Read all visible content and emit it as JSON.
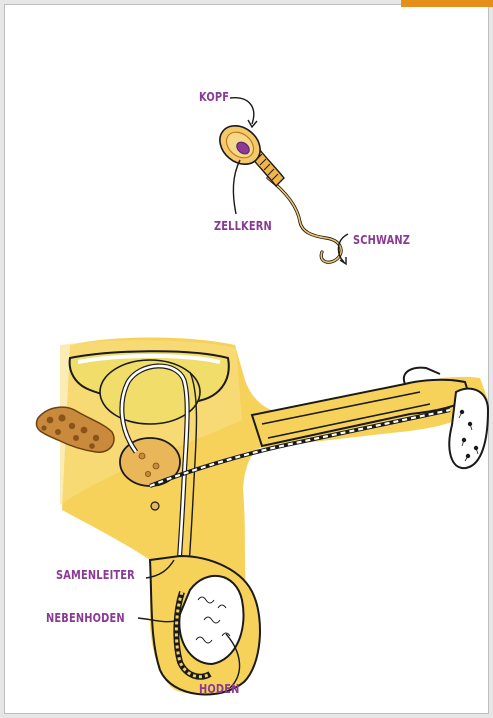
{
  "labels": {
    "kopf": "KOPF",
    "zellkern": "ZELLKERN",
    "schwanz": "SCHWANZ",
    "samenleiter": "SAMENLEITER",
    "nebenhoden": "NEBENHODEN",
    "hoden": "HODEN"
  },
  "colors": {
    "label": "#8b3a95",
    "tissue_yellow": "#f6d25a",
    "tissue_light": "#fbe89a",
    "bladder_yellow": "#f1dd6a",
    "gland_brown": "#c98a3e",
    "accent_orange": "#e58f1a",
    "outline": "#1a1a1a"
  }
}
